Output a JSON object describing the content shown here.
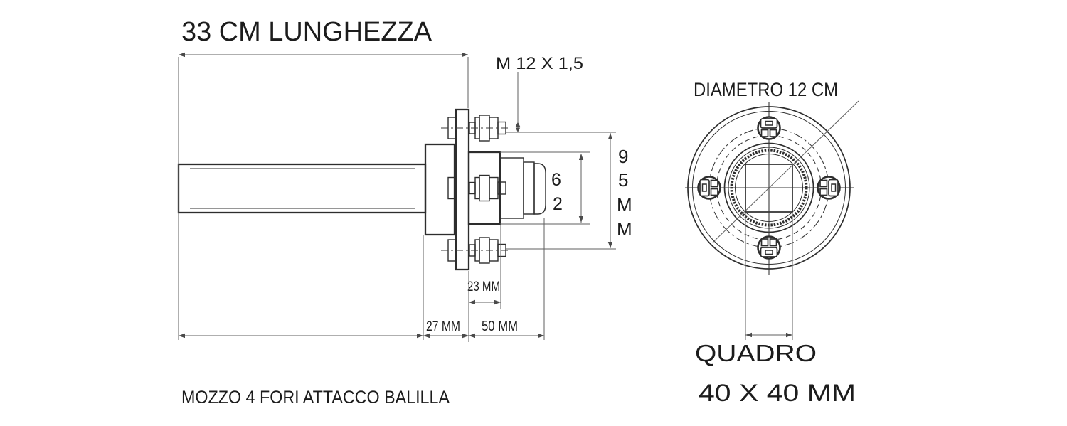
{
  "side_view": {
    "length_label": "33 CM LUNGHEZZA",
    "thread_label": "M 12 X 1,5",
    "bolt_circle_chars": [
      "9",
      "5",
      "M",
      "M"
    ],
    "drum_diameter_chars": [
      "6",
      "2"
    ],
    "hub_offset_label": "23 MM",
    "flange_section_label": "27 MM",
    "hub_section_label": "50 MM",
    "caption": "MOZZO 4 FORI ATTACCO BALILLA"
  },
  "front_view": {
    "diameter_label": "DIAMETRO 12 CM",
    "square_label": "QUADRO",
    "square_size_label": "40 X 40 MM"
  },
  "colors": {
    "background": "#ffffff",
    "line": "#2d2d2d",
    "dimension": "#5f5f5f",
    "text": "#1c1c1c"
  }
}
